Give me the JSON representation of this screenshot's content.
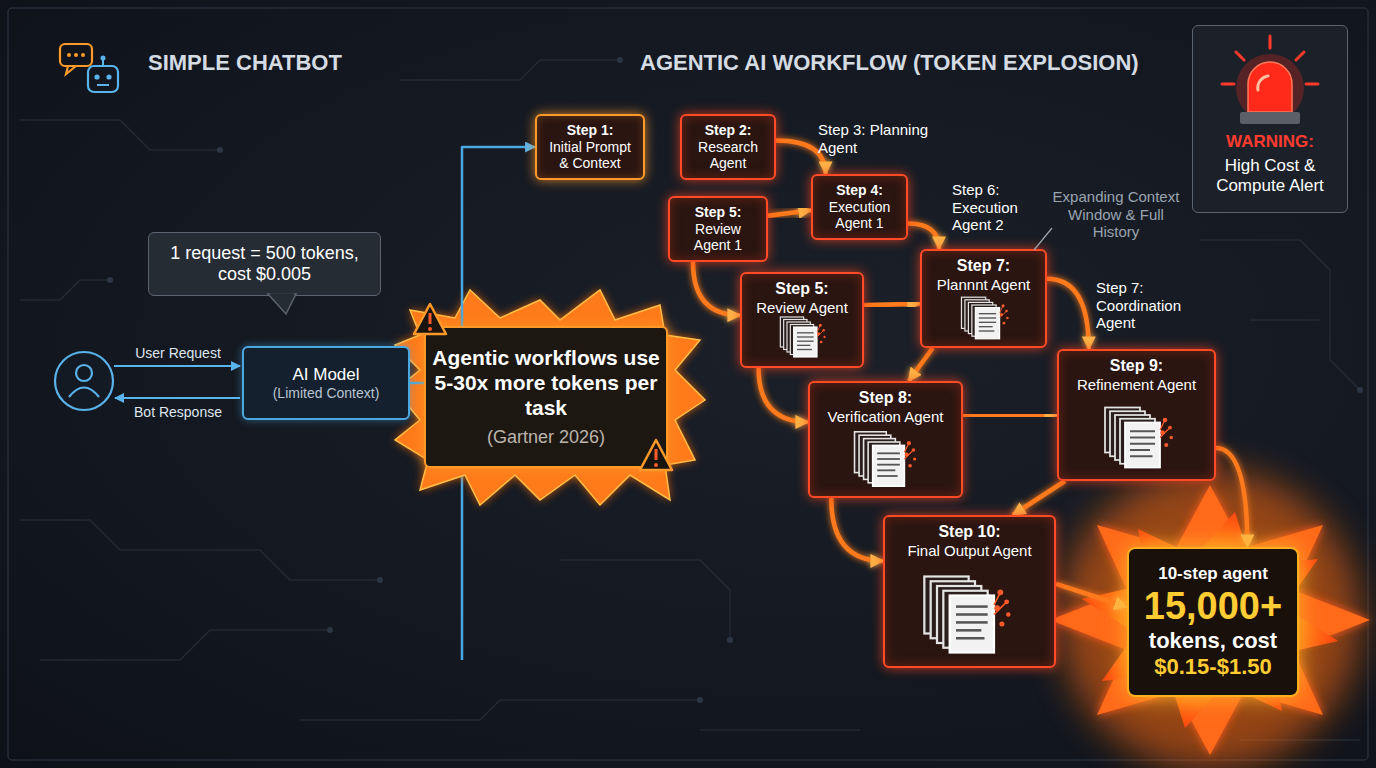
{
  "diagram": {
    "nodes": [
      {
        "text": [
          "1 request = 500 tokens, cost $0.005"
        ]
      },
      {
        "text": [
          "AI Model",
          "(Limited Context)"
        ]
      },
      {
        "text": [
          "Agentic workflows use 5-30x more tokens per task",
          "(Gartner 2026)"
        ]
      },
      {
        "text": [
          "Step 1:",
          "Initial Prompt & Context"
        ]
      },
      {
        "text": [
          "Step 2:",
          "Research Agent"
        ]
      },
      {
        "text": [
          "Step 4:",
          "Execution Agent 1"
        ]
      },
      {
        "text": [
          "Step 5:",
          "Review Agent 1"
        ]
      },
      {
        "text": [
          "Step 5:",
          "Review Agent"
        ]
      },
      {
        "text": [
          "Step 7:",
          "Plannnt Agent"
        ]
      },
      {
        "text": [
          "Step 8:",
          "Verification Agent"
        ]
      },
      {
        "text": [
          "Step 9:",
          "Refinement Agent"
        ]
      },
      {
        "text": [
          "Step 10:",
          "Final Output Agent"
        ]
      },
      {
        "text": [
          "10-step agent",
          "15,000+",
          "tokens, cost",
          "$0.15-$1.50"
        ]
      },
      {
        "text": [
          "WARNING:",
          "High Cost & Compute Alert"
        ]
      }
    ],
    "edges": [
      {
        "from": 1,
        "to": 3,
        "arrow": "to"
      },
      {
        "from": 3,
        "to": 4,
        "arrow": "to"
      },
      {
        "from": 4,
        "to": 5,
        "arrow": "to"
      },
      {
        "from": 6,
        "to": 5,
        "arrow": "to"
      },
      {
        "from": 5,
        "to": 8,
        "arrow": "to"
      },
      {
        "from": 6,
        "to": 7,
        "arrow": "to"
      },
      {
        "from": 7,
        "to": 8,
        "arrow": "to"
      },
      {
        "from": 8,
        "to": 9,
        "arrow": "to"
      },
      {
        "from": 8,
        "to": 10,
        "arrow": "to"
      },
      {
        "from": 7,
        "to": 9,
        "arrow": "to"
      },
      {
        "from": 9,
        "to": 10,
        "arrow": "to"
      },
      {
        "from": 10,
        "to": 11,
        "arrow": "to"
      },
      {
        "from": 9,
        "to": 11,
        "arrow": "to"
      },
      {
        "from": 10,
        "to": 12,
        "arrow": "to"
      },
      {
        "from": 11,
        "to": 12,
        "arrow": "to"
      }
    ],
    "labels": [
      "SIMPLE CHATBOT",
      "AGENTIC AI WORKFLOW (TOKEN EXPLOSION)",
      "User Request",
      "Bot Response",
      "Step 3: Planning Agent",
      "Step 6: Execution Agent 2",
      "Expanding Context Window & Full History",
      "Step 7: Coordination Agent"
    ]
  }
}
